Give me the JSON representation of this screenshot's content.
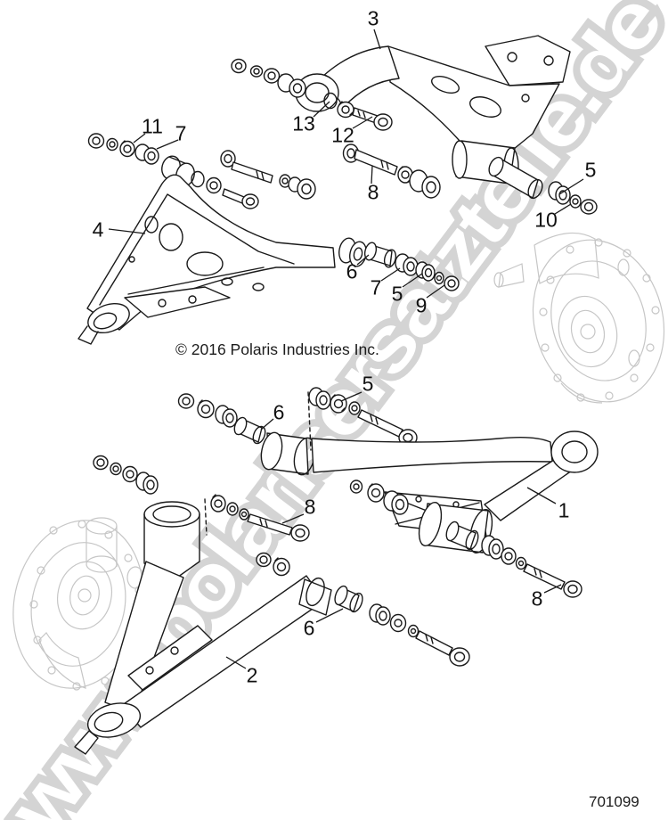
{
  "diagram": {
    "watermark": "www.polarisersatzteile.de",
    "copyright": "© 2016 Polaris Industries Inc.",
    "part_number": "701099",
    "callouts": [
      {
        "label": "3"
      },
      {
        "label": "13"
      },
      {
        "label": "12"
      },
      {
        "label": "8"
      },
      {
        "label": "11"
      },
      {
        "label": "7"
      },
      {
        "label": "4"
      },
      {
        "label": "5"
      },
      {
        "label": "10"
      },
      {
        "label": "6"
      },
      {
        "label": "7"
      },
      {
        "label": "5"
      },
      {
        "label": "9"
      },
      {
        "label": "5"
      },
      {
        "label": "6"
      },
      {
        "label": "8"
      },
      {
        "label": "1"
      },
      {
        "label": "8"
      },
      {
        "label": "6"
      },
      {
        "label": "2"
      }
    ],
    "colors": {
      "line": "#1a1a1a",
      "ghost": "#c6c6c6",
      "watermark": "#d4d4d4"
    }
  }
}
